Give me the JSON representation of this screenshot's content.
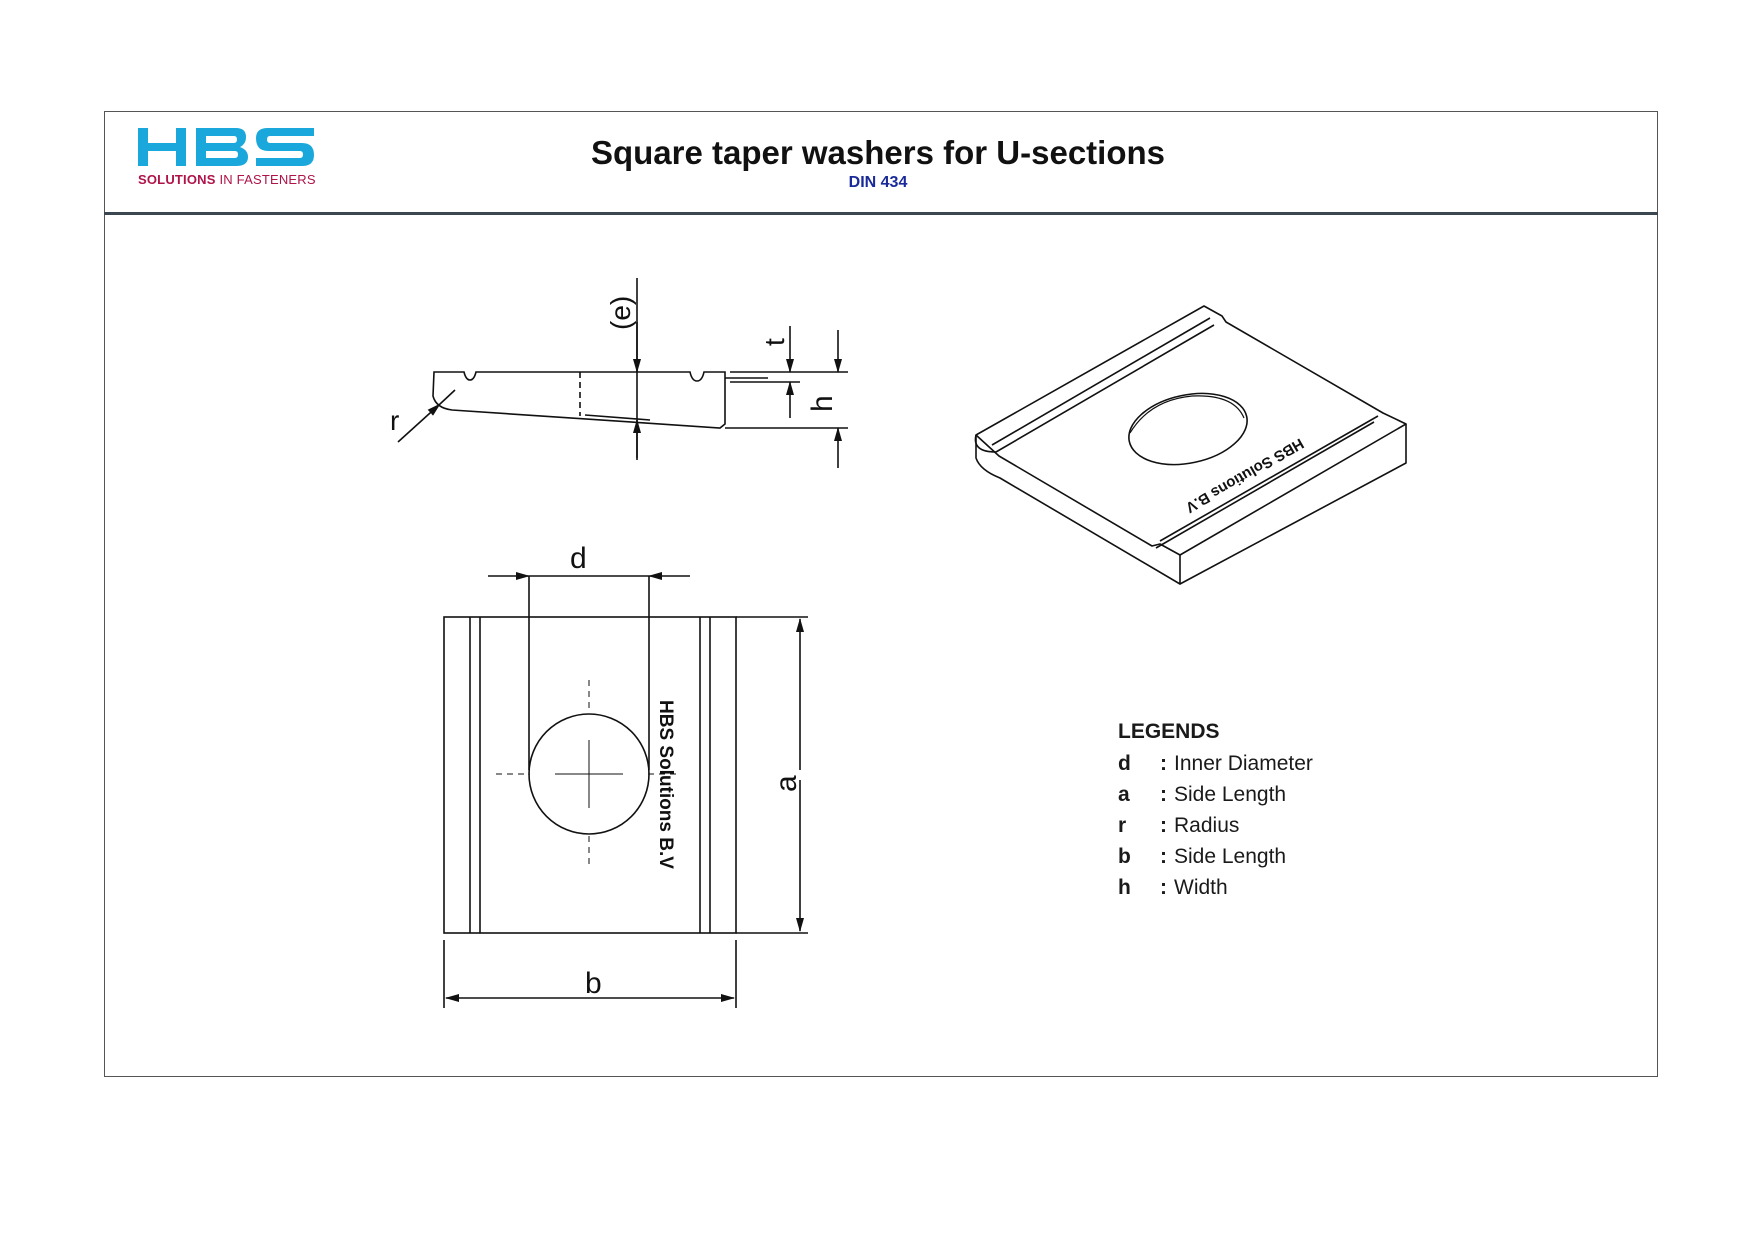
{
  "brand": {
    "logo_text": "HBS",
    "tagline_bold": "SOLUTIONS",
    "tagline_rest": "IN FASTENERS",
    "logo_color": "#1aa8dc",
    "tagline_color": "#b0124a"
  },
  "title": "Square taper washers for U-sections",
  "subtitle": "DIN 434",
  "dimension_labels": {
    "e": "(e)",
    "t": "t",
    "h": "h",
    "r": "r",
    "d": "d",
    "a": "a",
    "b": "b"
  },
  "washer_marking": "HBS Solutions B.V",
  "legend": {
    "title": "LEGENDS",
    "items": [
      {
        "symbol": "d",
        "text": "Inner Diameter"
      },
      {
        "symbol": "a",
        "text": "Side Length"
      },
      {
        "symbol": "r",
        "text": "Radius"
      },
      {
        "symbol": "b",
        "text": "Side Length"
      },
      {
        "symbol": "h",
        "text": "Width"
      }
    ]
  }
}
